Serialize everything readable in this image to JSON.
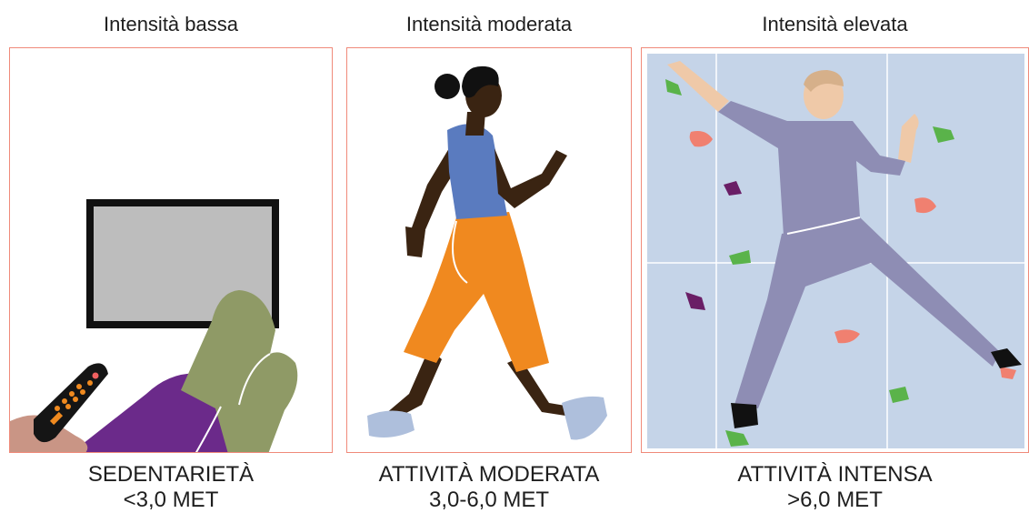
{
  "panels": [
    {
      "title": "Intensità bassa",
      "label": "SEDENTARIETÀ",
      "met": "<3,0 MET",
      "icons": [
        "tv-icon",
        "remote-control-icon",
        "hand-icon",
        "legs-on-couch-icon"
      ]
    },
    {
      "title": "Intensità moderata",
      "label": "ATTIVITÀ MODERATA",
      "met": "3,0-6,0 MET",
      "icons": [
        "walking-woman-icon"
      ]
    },
    {
      "title": "Intensità elevata",
      "label": "ATTIVITÀ INTENSA",
      "met": ">6,0 MET",
      "icons": [
        "climbing-wall-icon",
        "climber-icon"
      ]
    }
  ],
  "colors": {
    "frame_border": "#f08a7a",
    "wall": "#c5d4e8",
    "tv_screen": "#bdbdbd",
    "leg_green": "#8f9a66",
    "purple": "#6b2a8a",
    "shirt_blue": "#5a7bbf",
    "pants_orange": "#f0891f",
    "skin_dark": "#3a2412",
    "shoe_blue": "#aebfdc",
    "climber_suit": "#8e8db4",
    "hold_green": "#5ab34a",
    "hold_salmon": "#f08070",
    "hold_purple": "#6a1e66"
  }
}
